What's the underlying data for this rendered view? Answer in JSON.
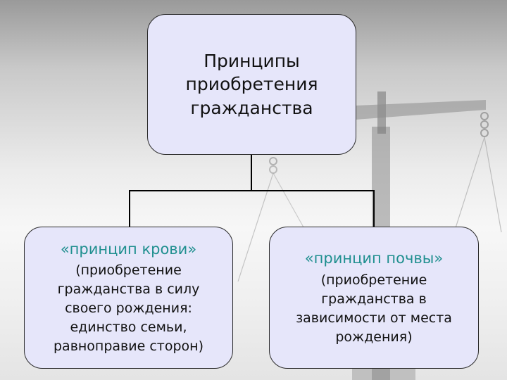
{
  "diagram": {
    "root": {
      "lines": [
        "Принципы",
        "приобретения",
        "гражданства"
      ]
    },
    "children": [
      {
        "title": "«принцип крови»",
        "description": "(приобретение\nгражданства в силу\nсвоего рождения:\nединство семьи,\nравноправие сторон)"
      },
      {
        "title": "«принцип почвы»",
        "description": "(приобретение\nгражданства в\nзависимости от места\nрождения)"
      }
    ]
  },
  "colors": {
    "box_fill": "#e6e6fa",
    "title_accent": "#1f8f8f",
    "connector": "#000000"
  },
  "background": {
    "image": "scales-of-justice"
  }
}
